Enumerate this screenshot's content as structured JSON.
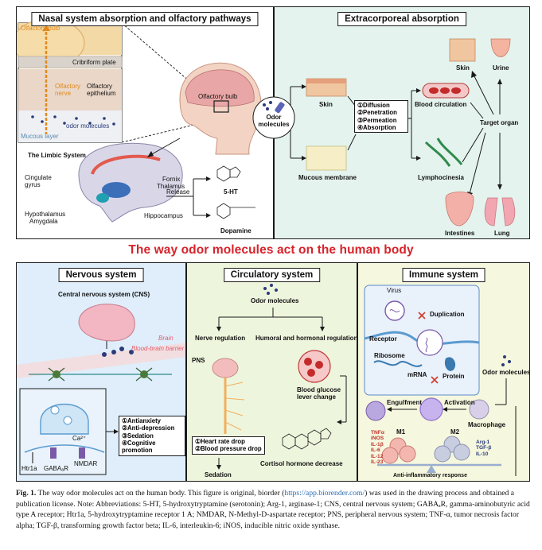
{
  "panels": {
    "nasal": {
      "title": "Nasal system absorption and olfactory pathways",
      "olfactory_bulb_inset": "Olfactory bulb",
      "cribriform_plate": "Cribriform plate",
      "olfactory_nerve": "Olfactory nerve",
      "olfactory_epithelium": "Olfactory epithelium",
      "odor_molecules": "odor molecules",
      "mucous_layer": "Mucous layer",
      "olfactory_bulb_head": "Olfactory bulb",
      "limbic_system": "The Limbic System",
      "cingulate_gyrus": "Cingulate gyrus",
      "fornix": "Fornix",
      "thalamus": "Thalamus",
      "hypothalamus": "Hypothalamus",
      "amygdala": "Amygdala",
      "hippocampus": "Hippocampus",
      "release": "Release",
      "serotonin": "5-HT",
      "dopamine": "Dopamine"
    },
    "center_odor": "Odor molecules",
    "extracorporeal": {
      "title": "Extracorporeal absorption",
      "skin": "Skin",
      "mucous_membrane": "Mucous membrane",
      "steps": [
        "①Diffusion",
        "②Penetration",
        "③Permeation",
        "④Absorption"
      ],
      "blood_circulation": "Blood circulation",
      "lymphocinesia": "Lymphocinesia",
      "target_organ": "Target organ",
      "skin_organ": "Skin",
      "urine": "Urine",
      "intestines": "Intestines",
      "lung": "Lung"
    },
    "main_title": "The way odor molecules act on the human body",
    "nervous": {
      "title": "Nervous system",
      "cns": "Central nervous system (CNS)",
      "brain": "Brain",
      "bbb": "Blood-brain barrier",
      "effects": [
        "①Antianxiety",
        "②Anti-depression",
        "③Sedation",
        "④Cognitive promotion"
      ],
      "ca": "Ca²⁺",
      "nmdar": "NMDAR",
      "gaba": "GABAₐR",
      "htr1a": "Htr1a"
    },
    "circulatory": {
      "title": "Circulatory system",
      "odor": "Odor molecules",
      "nerve_regulation": "Nerve regulation",
      "humoral": "Humoral and hormonal regulation",
      "pns": "PNS",
      "glucose": "Blood glucose lever change",
      "effects": [
        "①Heart rate drop",
        "②Blood pressure drop"
      ],
      "sedation": "Sedation",
      "cortisol": "Cortisol hormone decrease"
    },
    "immune": {
      "title": "Immune system",
      "virus": "Virus",
      "duplication": "Duplication",
      "receptor": "Receptor",
      "ribosome": "Ribosome",
      "mrna": "mRNA",
      "protein": "Protein",
      "odor": "Odor molecules",
      "engulfment": "Engulfment",
      "activation": "Activation",
      "macrophage": "Macrophage",
      "m1": "M1",
      "m2": "M2",
      "m1_markers": [
        "TNFα",
        "iNOS",
        "IL-1β",
        "IL-6",
        "IL-12",
        "IL-23"
      ],
      "m2_markers": [
        "Arg-1",
        "TGF-β",
        "IL-10"
      ],
      "anti_inflammatory": "Anti-inflammatory response"
    }
  },
  "caption": {
    "fig": "Fig. 1.",
    "text1": " The way odor molecules act on the human body. This figure is original, biorder (",
    "link": "https://app.biorender.com/",
    "text2": ") was used in the drawing process and obtained a publication license. Note: Abbreviations: 5-HT, 5-hydroxytryptamine (serotonin); Arg-1, arginase-1; CNS, central nervous system; GABAₐR, gamma-aminobutyric acid type A receptor; Htr1a, 5-hydroxytryptamine receptor 1 A; NMDAR, N-Methyl-D-aspartate receptor; PNS, peripheral nervous system; TNF-α, tumor necrosis factor alpha; TGF-β, transforming growth factor beta; IL-6, interleukin-6; iNOS, inducible nitric oxide synthase."
  },
  "colors": {
    "nasal_bg": "#ffffff",
    "extra_bg": "#e4f3ee",
    "nervous_bg": "#dfeefa",
    "circ_bg": "#eef5dd",
    "immune_bg": "#f5f7de",
    "title_red": "#d8232a",
    "link": "#2b6cb0"
  }
}
